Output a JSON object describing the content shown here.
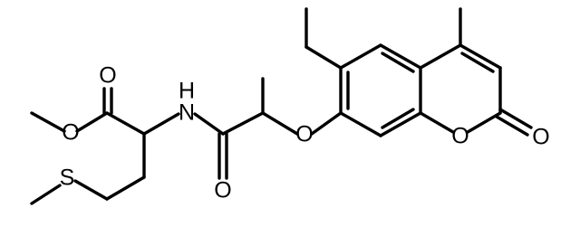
{
  "molecule": {
    "atoms": {
      "o_ester_carbonyl": "O",
      "o_ester_single": "O",
      "n_amide": "N",
      "h_amide": "H",
      "o_amide": "O",
      "o_ether": "O",
      "o_ring": "O",
      "o_lactone": "O",
      "s_thioether": "S"
    },
    "colors": {
      "bond": "#000000",
      "label": "#000000",
      "background": "#ffffff"
    }
  }
}
